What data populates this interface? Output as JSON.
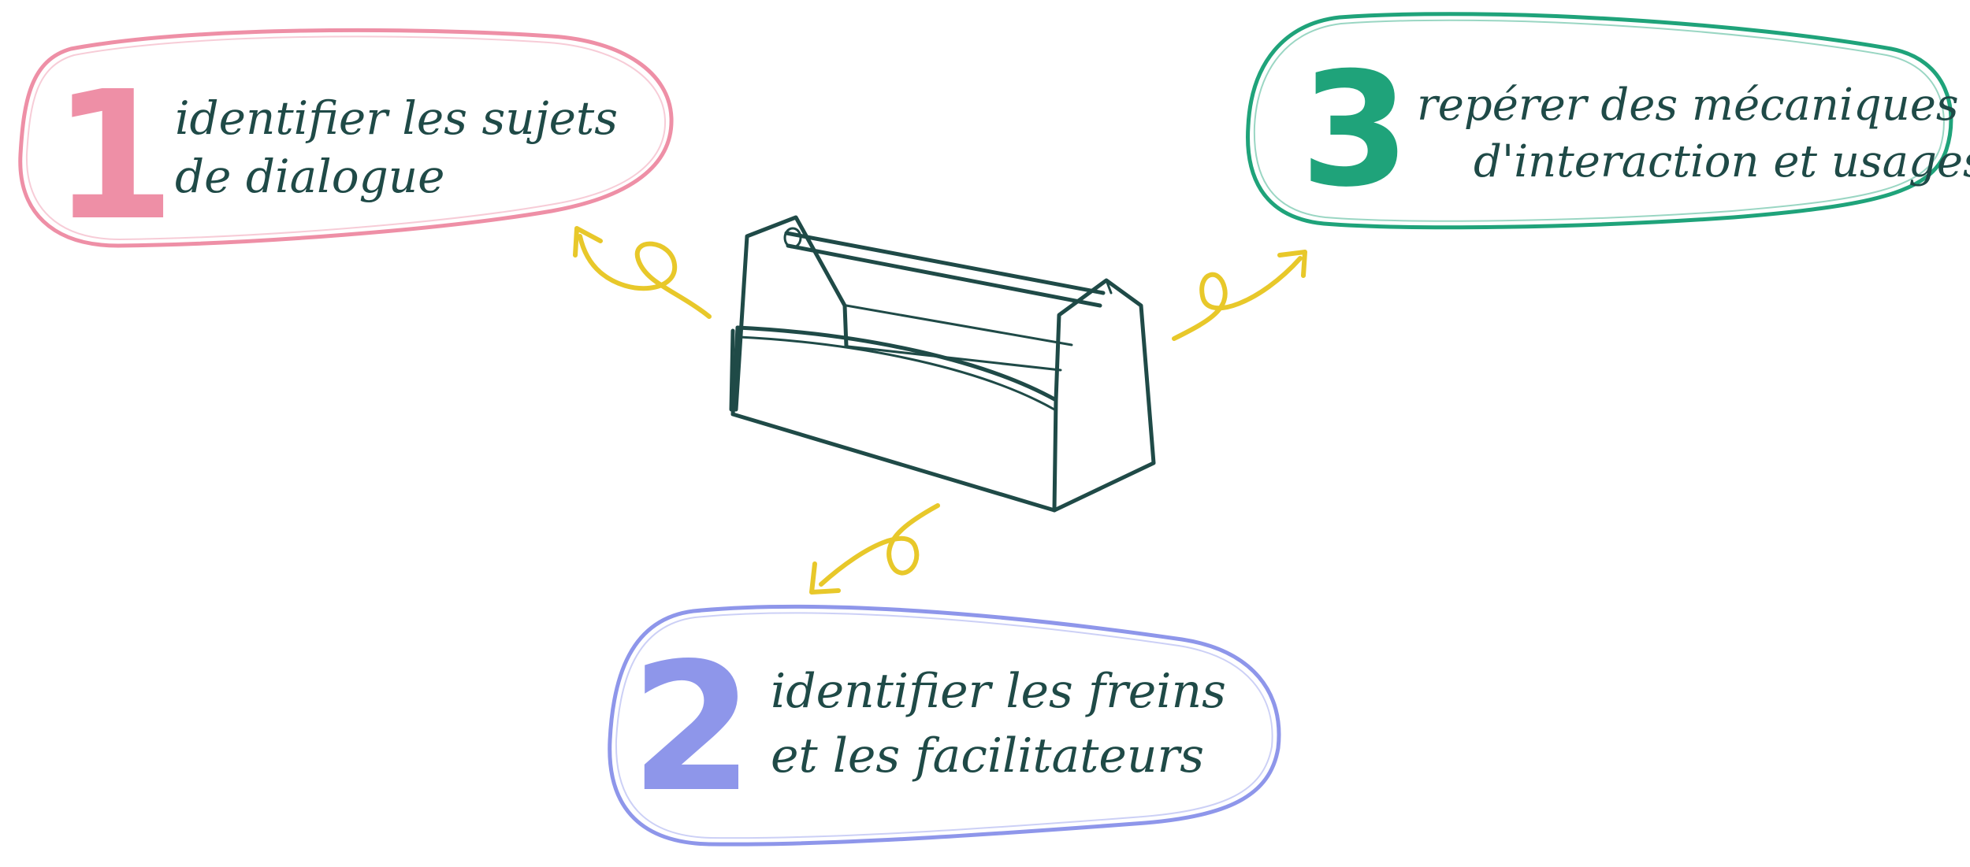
{
  "colors": {
    "step1": "#ee8fa6",
    "step2": "#8e96ea",
    "step3": "#1fa37a",
    "arrow": "#e8c82a",
    "ink": "#1f4a47"
  },
  "center": {
    "icon": "toolbox-icon"
  },
  "steps": [
    {
      "number": "1",
      "line1": "identifier les sujets",
      "line2": "de dialogue"
    },
    {
      "number": "2",
      "line1": "identifier les freins",
      "line2": "et les facilitateurs"
    },
    {
      "number": "3",
      "line1": "repérer des mécaniques",
      "line2": "d'interaction et usages"
    }
  ]
}
